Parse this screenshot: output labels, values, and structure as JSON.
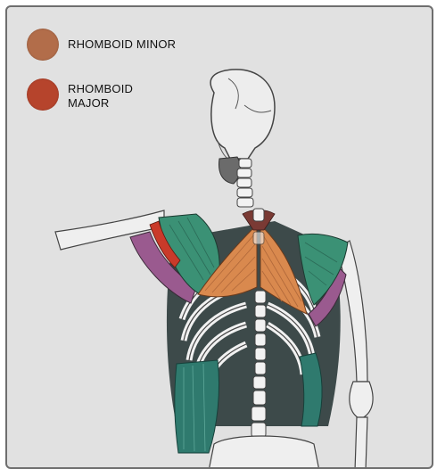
{
  "legend": {
    "items": [
      {
        "label": "RHOMBOID MINOR",
        "color": "#b26d4a"
      },
      {
        "label": "RHOMBOID MAJOR",
        "color": "#b6442c"
      }
    ]
  },
  "illustration": {
    "subject": "posterior-torso-skeleton",
    "muscle_colors": {
      "rhomboid": "#d9894e",
      "teres_infraspinatus": "#3b9175",
      "latissimus": "#2f7a6e",
      "deltoid_rear": "#9a5a8f",
      "accent_red": "#c93a2a"
    }
  }
}
